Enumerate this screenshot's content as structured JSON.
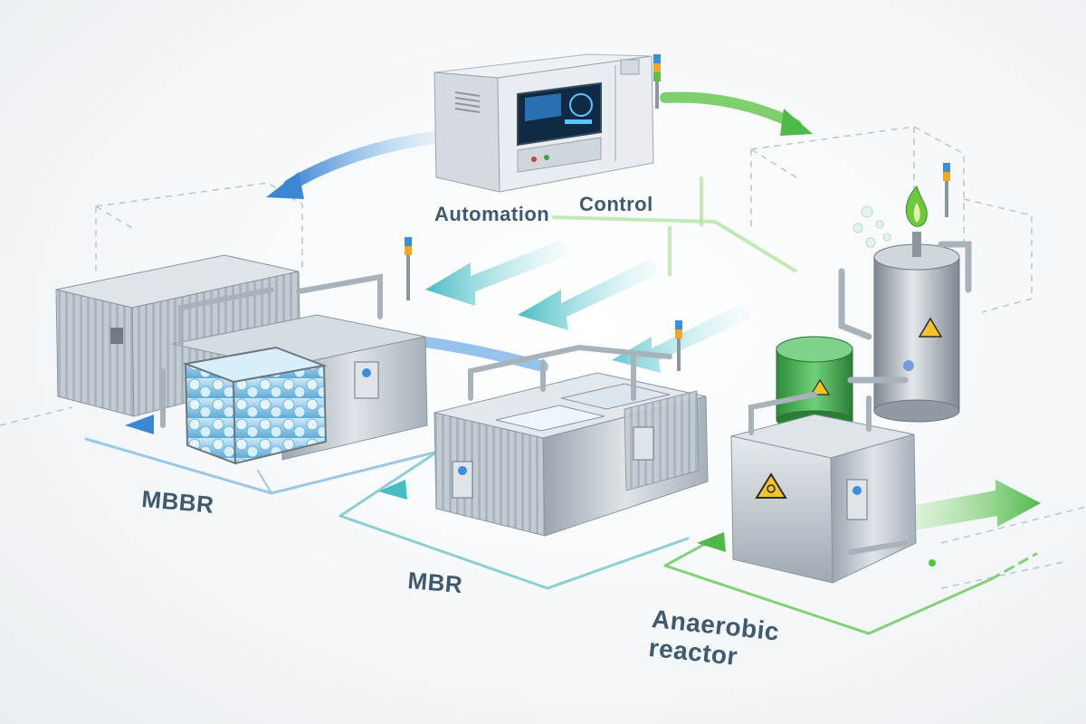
{
  "labels": {
    "automation": "Automation",
    "control": "Control",
    "mbbr": "MBBR",
    "mbr": "MBR",
    "anaerobic_line1": "Anaerobic",
    "anaerobic_line2": "reactor"
  },
  "colors": {
    "flow_blue": "#4a8fd6",
    "flow_teal": "#56c3c9",
    "flow_green": "#5bbf4a",
    "steel": "#b9c2ca",
    "steel_dark": "#8b969f",
    "water": "#8cc6e8",
    "tank_green": "#3fa64a",
    "hazard_yellow": "#f2c230",
    "label_text": "#3f5a6e"
  },
  "icons": {
    "control_cabinet": "control-cabinet-icon",
    "biohazard": "biohazard-icon",
    "gas_flame": "gas-flame-icon",
    "signal_beacon": "signal-tower-icon"
  }
}
